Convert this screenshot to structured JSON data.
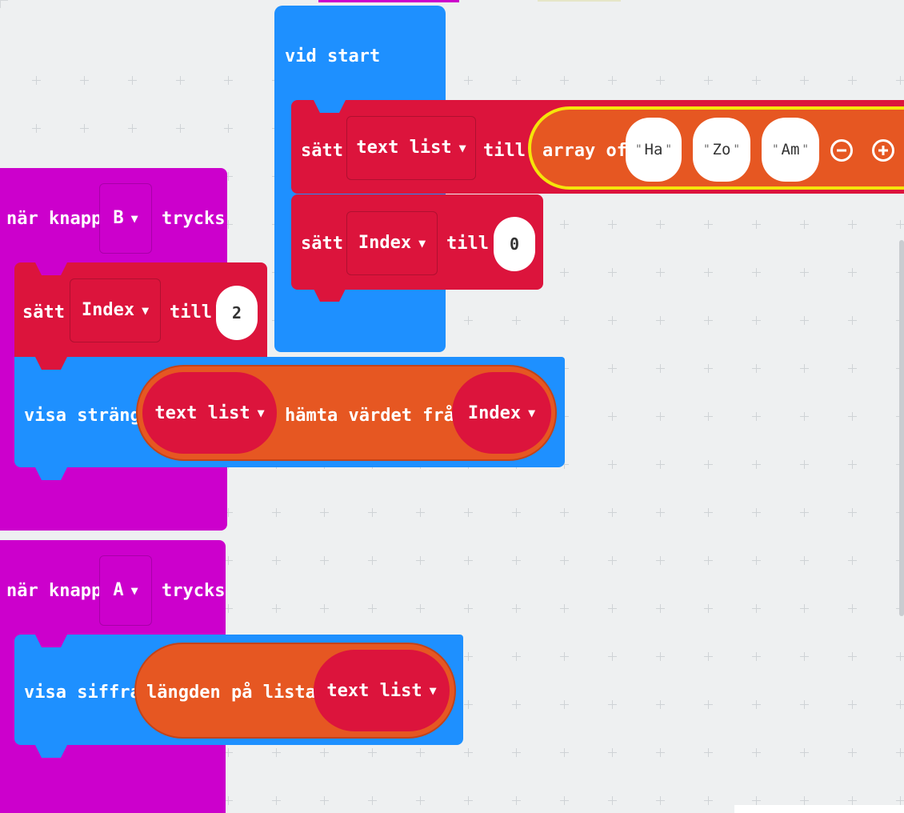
{
  "colors": {
    "workspace": "#eef0f1",
    "event_magenta": "#cc00cc",
    "start_blue": "#1e90ff",
    "variables_red": "#dc143c",
    "arrays_orange": "#e65722",
    "highlight_yellow": "#f5e50a"
  },
  "on_start": {
    "label": "vid start",
    "set1": {
      "set_label": "sätt",
      "variable": "text list",
      "to_label": "till",
      "array": {
        "label": "array of",
        "items": [
          "Ha",
          "Zo",
          "Am"
        ],
        "remove_icon": "minus-circle-icon",
        "add_icon": "plus-circle-icon"
      }
    },
    "set2": {
      "set_label": "sätt",
      "variable": "Index",
      "to_label": "till",
      "value": "0"
    }
  },
  "on_button_b": {
    "prefix": "när knapp",
    "button": "B",
    "suffix": "trycks",
    "set": {
      "set_label": "sätt",
      "variable": "Index",
      "to_label": "till",
      "value": "2"
    },
    "show_string": {
      "label": "visa sträng",
      "list_var": "text list",
      "get_label": "hämta värdet från",
      "index_var": "Index"
    }
  },
  "on_button_a": {
    "prefix": "när knapp",
    "button": "A",
    "suffix": "trycks",
    "show_number": {
      "label": "visa siffra",
      "length_label": "längden på listan",
      "list_var": "text list"
    }
  },
  "icons": {
    "dropdown": "dropdown-triangle-icon"
  }
}
